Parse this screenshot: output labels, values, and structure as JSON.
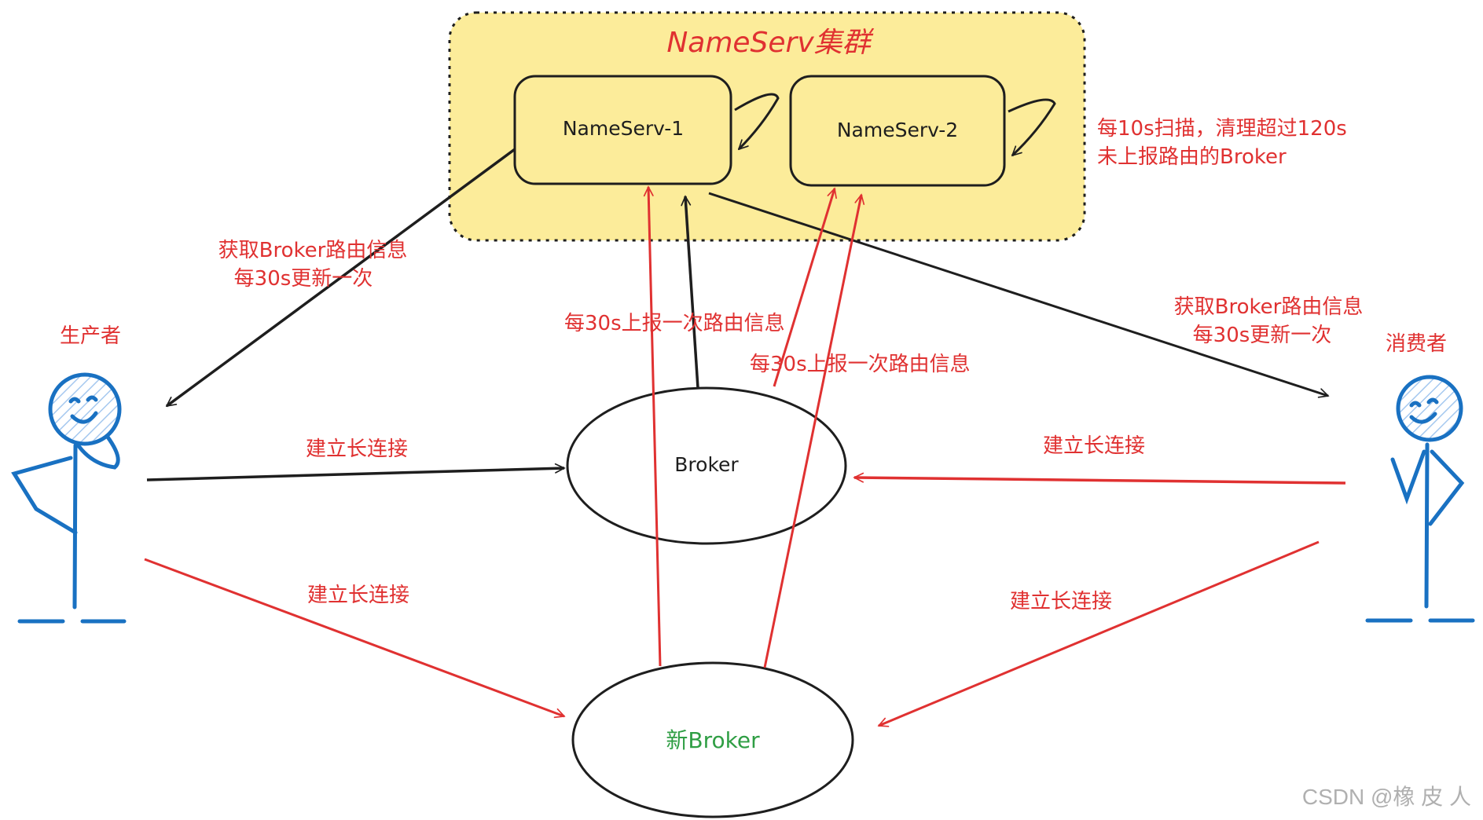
{
  "cluster": {
    "title": "NameServ集群",
    "fill": "#fcec9a",
    "nodes": [
      "NameServ-1",
      "NameServ-2"
    ],
    "scan_note": [
      "每10s扫描，清理超过120s",
      "未上报路由的Broker"
    ]
  },
  "actors": {
    "producer": "生产者",
    "consumer": "消费者"
  },
  "brokers": {
    "broker": "Broker",
    "new_broker": "新Broker",
    "new_broker_color": "#2f9e44"
  },
  "labels": {
    "producer_fetch": [
      "获取Broker路由信息",
      "每30s更新一次"
    ],
    "consumer_fetch": [
      "获取Broker路由信息",
      "每30s更新一次"
    ],
    "report_1": "每30s上报一次路由信息",
    "report_2": "每30s上报一次路由信息",
    "producer_conn_broker": "建立长连接",
    "producer_conn_new": "建立长连接",
    "consumer_conn_broker": "建立长连接",
    "consumer_conn_new": "建立长连接"
  },
  "colors": {
    "red": "#e03131",
    "dark": "#1e1e1e",
    "actor": "#1971c2"
  },
  "watermark": "CSDN @橡 皮 人"
}
